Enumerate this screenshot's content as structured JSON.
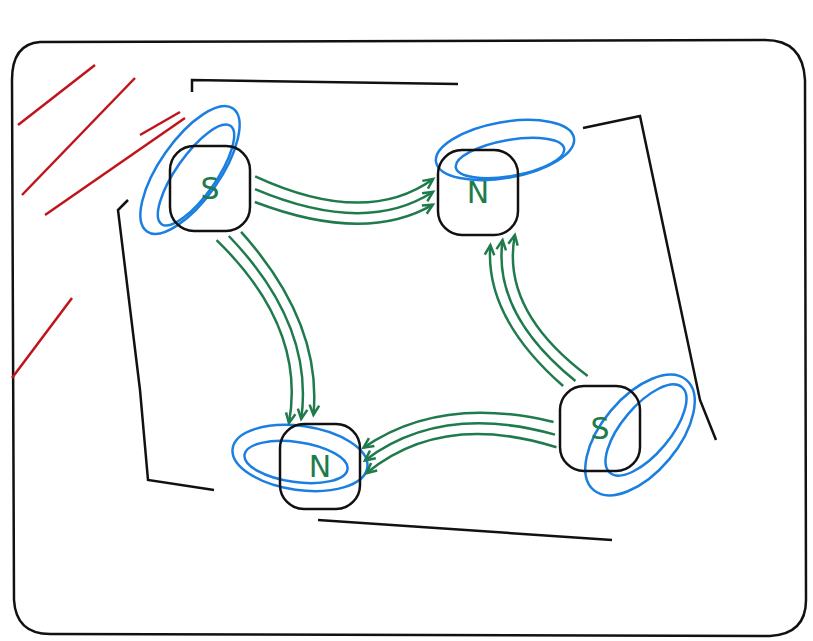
{
  "diagram": {
    "nodes": [
      {
        "text": [
          "S"
        ]
      },
      {
        "text": [
          "N"
        ]
      },
      {
        "text": [
          "N"
        ]
      },
      {
        "text": [
          "S"
        ]
      }
    ],
    "edges": [
      {
        "from": 0,
        "to": 1,
        "arrow": "to"
      },
      {
        "from": 0,
        "to": 2,
        "arrow": "to"
      },
      {
        "from": 3,
        "to": 1,
        "arrow": "to"
      },
      {
        "from": 3,
        "to": 2,
        "arrow": "to"
      }
    ]
  }
}
